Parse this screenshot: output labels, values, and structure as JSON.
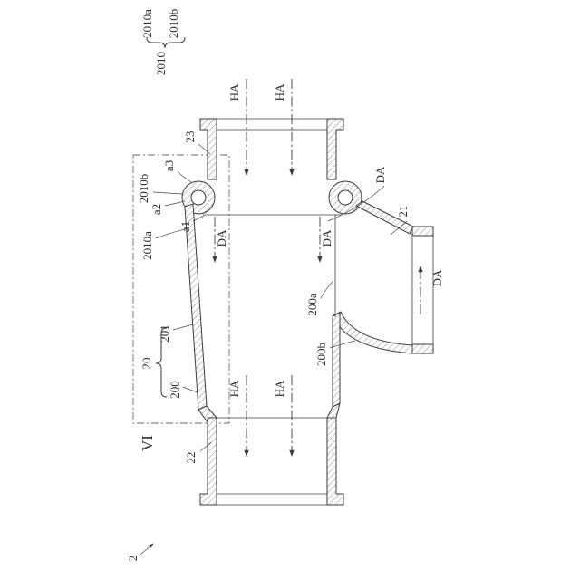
{
  "figure": {
    "background": "#ffffff",
    "ink_color": "#3b3b3b",
    "labels": {
      "assembly_ref": "2",
      "detail_marker": "VI",
      "group2010": {
        "parent": "2010",
        "child_a": "2010a",
        "child_b": "2010b"
      },
      "flow_ha": "HA",
      "flow_da": "DA",
      "ref_23": "23",
      "ref_22": "22",
      "ref_21": "21",
      "ref_20": "20",
      "ref_201": "201",
      "ref_200": "200",
      "ref_200a": "200a",
      "ref_200b": "200b",
      "ref_2010a": "2010a",
      "ref_2010b": "2010b",
      "ref_a1": "a1",
      "ref_a2": "a2",
      "ref_a3": "a3"
    }
  }
}
